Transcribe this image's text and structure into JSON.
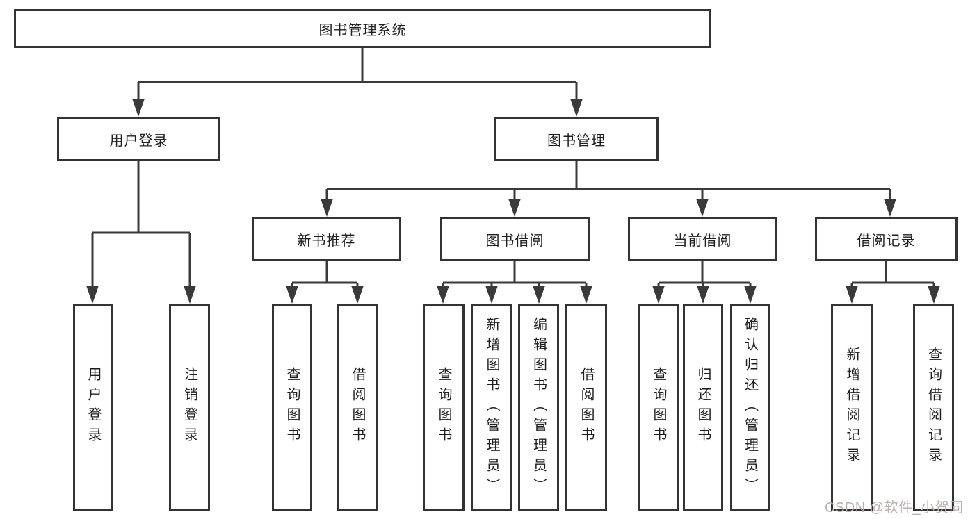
{
  "tree": {
    "root": {
      "label": "图书管理系统"
    },
    "children": [
      {
        "label": "用户登录",
        "children": [
          {
            "label": "用户登录"
          },
          {
            "label": "注销登录"
          }
        ]
      },
      {
        "label": "图书管理",
        "children": [
          {
            "label": "新书推荐",
            "children": [
              {
                "label": "查询图书"
              },
              {
                "label": "借阅图书"
              }
            ]
          },
          {
            "label": "图书借阅",
            "children": [
              {
                "label": "查询图书"
              },
              {
                "label": "新增图书（管理员）"
              },
              {
                "label": "编辑图书（管理员）"
              },
              {
                "label": "借阅图书"
              }
            ]
          },
          {
            "label": "当前借阅",
            "children": [
              {
                "label": "查询图书"
              },
              {
                "label": "归还图书"
              },
              {
                "label": "确认归还（管理员）"
              }
            ]
          },
          {
            "label": "借阅记录",
            "children": [
              {
                "label": "新增借阅记录"
              },
              {
                "label": "查询借阅记录"
              }
            ]
          }
        ]
      }
    ]
  },
  "watermark": {
    "text": "CSDN @软件_小贺同学",
    "color": "#b9b0b0"
  },
  "colors": {
    "line": "#3a3a3a",
    "box_border": "#333333",
    "text": "#1f1f1f",
    "background": "#ffffff"
  }
}
